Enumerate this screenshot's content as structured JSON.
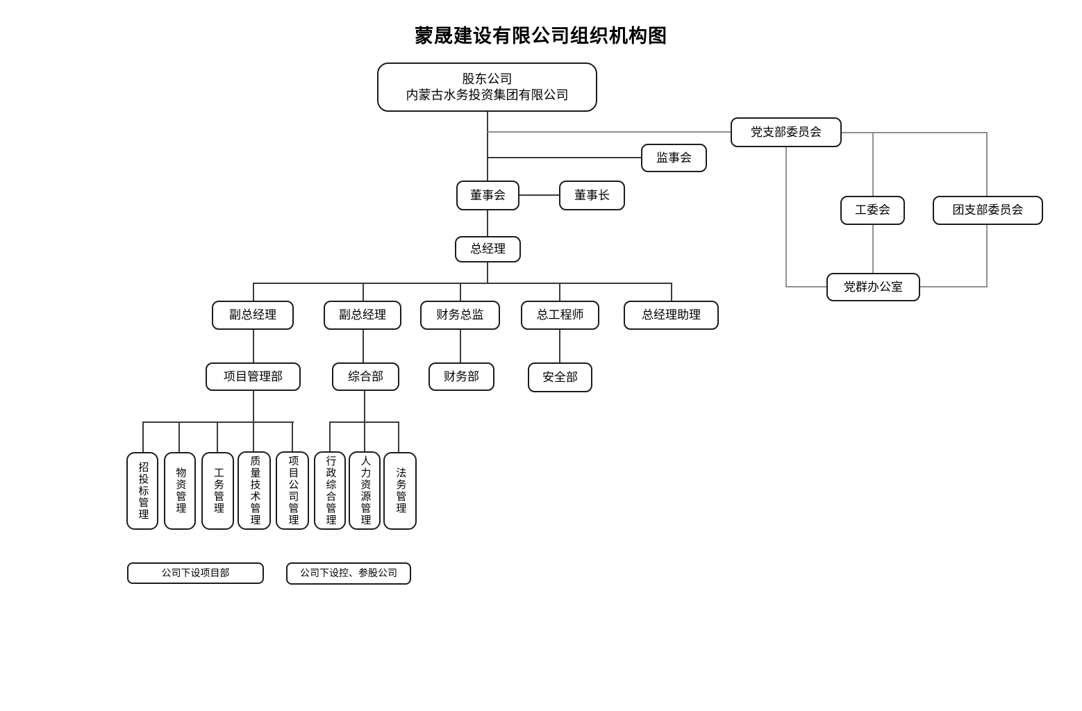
{
  "title": "蒙晟建设有限公司组织机构图",
  "nodes": {
    "shareholder": {
      "line1": "股东公司",
      "line2": "内蒙古水务投资集团有限公司"
    },
    "party_branch_committee": "党支部委员会",
    "supervisory_board": "监事会",
    "board_of_directors": "董事会",
    "board_chairman": "董事长",
    "labor_committee": "工委会",
    "youth_league_committee": "团支部委员会",
    "general_manager": "总经理",
    "party_mass_office": "党群办公室",
    "deputy_gm_1": "副总经理",
    "deputy_gm_2": "副总经理",
    "finance_director": "财务总监",
    "chief_engineer": "总工程师",
    "gm_assistant": "总经理助理",
    "project_mgmt_dept": "项目管理部",
    "general_office": "综合部",
    "finance_dept": "财务部",
    "safety_dept": "安全部",
    "bidding_mgmt": "招投标管理",
    "material_mgmt": "物资管理",
    "engineering_mgmt": "工务管理",
    "quality_tech_mgmt": "质量技术管理",
    "project_company_mgmt": "项目公司管理",
    "admin_comprehensive_mgmt": "行政综合管理",
    "hr_mgmt": "人力资源管理",
    "legal_mgmt": "法务管理",
    "note_project_depts": "公司下设项目部",
    "note_holding_companies": "公司下设控、参股公司"
  },
  "colors": {
    "background": "#ffffff",
    "box_border": "#1c1c1c",
    "connector_dark": "#3a3a3a",
    "connector_gray": "#8f8f8f",
    "text": "#000000"
  }
}
